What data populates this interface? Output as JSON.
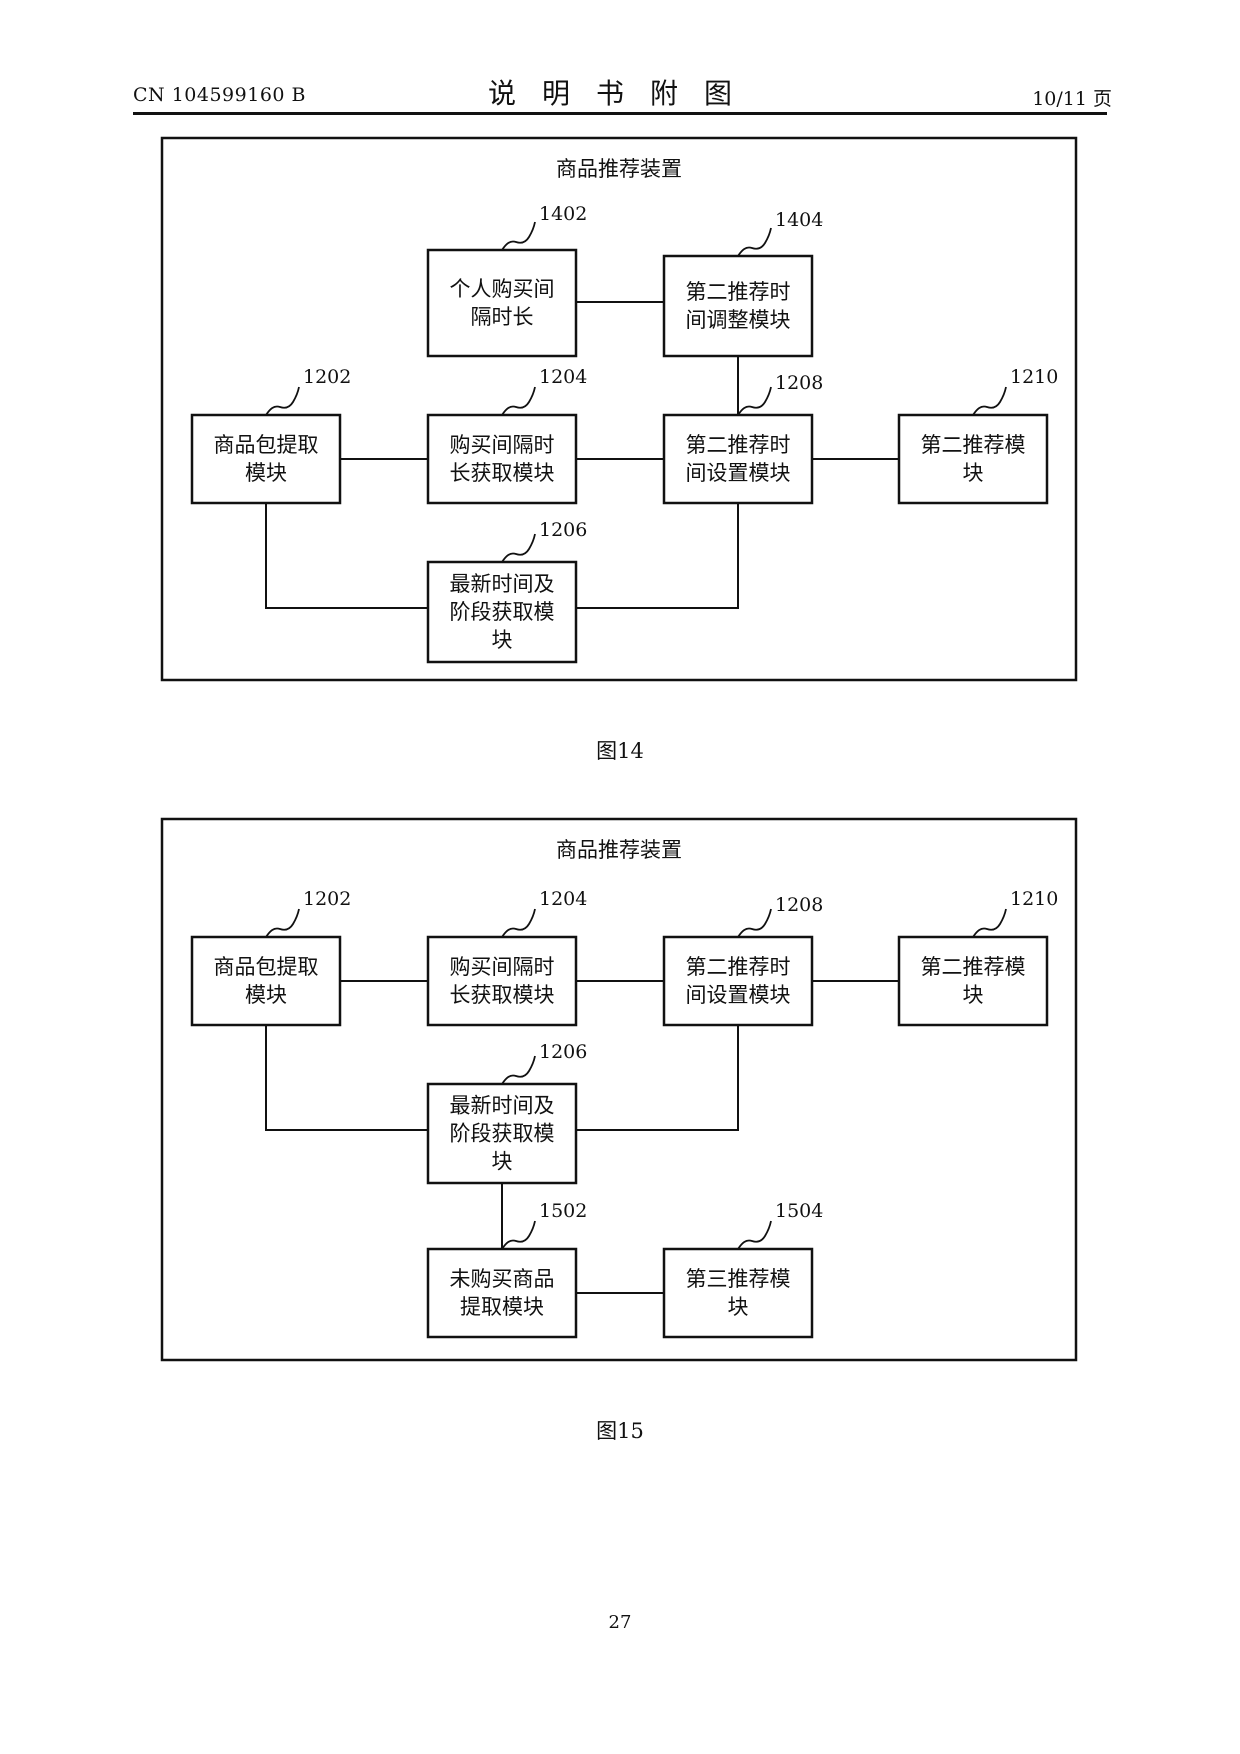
{
  "header": {
    "patent_number": "CN 104599160 B",
    "title": "说明书附图",
    "page_indicator": "10/11 页"
  },
  "figures": [
    {
      "id": "fig14",
      "caption": "图14",
      "container_title": "商品推荐装置",
      "modules": [
        {
          "ref": "1402",
          "lines": [
            "个人购买间",
            "隔时长"
          ]
        },
        {
          "ref": "1404",
          "lines": [
            "第二推荐时",
            "间调整模块"
          ]
        },
        {
          "ref": "1202",
          "lines": [
            "商品包提取",
            "模块"
          ]
        },
        {
          "ref": "1204",
          "lines": [
            "购买间隔时",
            "长获取模块"
          ]
        },
        {
          "ref": "1208",
          "lines": [
            "第二推荐时",
            "间设置模块"
          ]
        },
        {
          "ref": "1210",
          "lines": [
            "第二推荐模",
            "块"
          ]
        },
        {
          "ref": "1206",
          "lines": [
            "最新时间及",
            "阶段获取模",
            "块"
          ]
        }
      ],
      "connections": [
        [
          "1402",
          "1404"
        ],
        [
          "1404",
          "1208"
        ],
        [
          "1202",
          "1204"
        ],
        [
          "1204",
          "1208"
        ],
        [
          "1208",
          "1210"
        ],
        [
          "1202",
          "1206"
        ],
        [
          "1208",
          "1206"
        ]
      ]
    },
    {
      "id": "fig15",
      "caption": "图15",
      "container_title": "商品推荐装置",
      "modules": [
        {
          "ref": "1202",
          "lines": [
            "商品包提取",
            "模块"
          ]
        },
        {
          "ref": "1204",
          "lines": [
            "购买间隔时",
            "长获取模块"
          ]
        },
        {
          "ref": "1208",
          "lines": [
            "第二推荐时",
            "间设置模块"
          ]
        },
        {
          "ref": "1210",
          "lines": [
            "第二推荐模",
            "块"
          ]
        },
        {
          "ref": "1206",
          "lines": [
            "最新时间及",
            "阶段获取模",
            "块"
          ]
        },
        {
          "ref": "1502",
          "lines": [
            "未购买商品",
            "提取模块"
          ]
        },
        {
          "ref": "1504",
          "lines": [
            "第三推荐模",
            "块"
          ]
        }
      ],
      "connections": [
        [
          "1202",
          "1204"
        ],
        [
          "1204",
          "1208"
        ],
        [
          "1208",
          "1210"
        ],
        [
          "1202",
          "1206"
        ],
        [
          "1208",
          "1206"
        ],
        [
          "1206",
          "1502"
        ],
        [
          "1502",
          "1504"
        ]
      ]
    }
  ],
  "footer": {
    "page_number": "27"
  }
}
